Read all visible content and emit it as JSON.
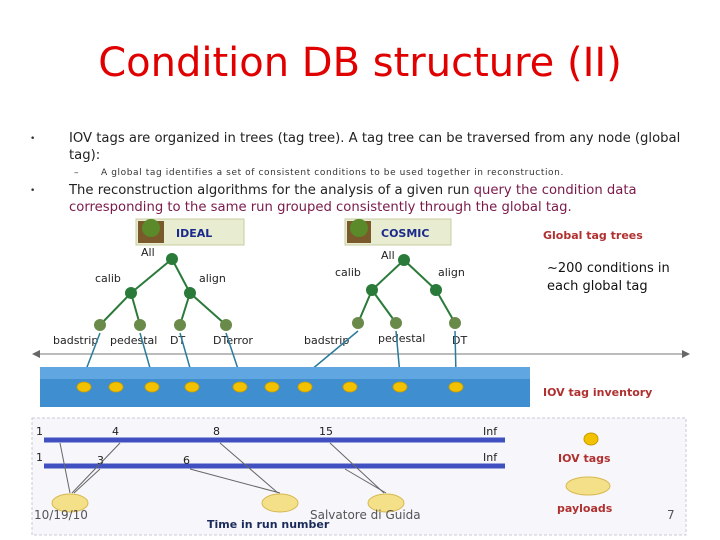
{
  "title": "Condition DB structure (II)",
  "bullets": [
    {
      "marker": "•",
      "text_a": "IOV tags are organized in trees (tag tree). A tag tree can be traversed from any node (global tag):",
      "sub": {
        "marker": "–",
        "text": "A global tag identifies a set of consistent conditions to be used together in reconstruction."
      }
    },
    {
      "marker": "•",
      "text_a": "The reconstruction algorithms for the analysis of a given run ",
      "text_b": "query the condition data corresponding to the same run grouped consistently through the global tag."
    }
  ],
  "diagram": {
    "tree_ideal": {
      "tag": "IDEAL",
      "root": "All",
      "calib": "calib",
      "align": "align",
      "leaves": [
        "badstrip",
        "pedestal",
        "DT",
        "DTerror"
      ]
    },
    "tree_cosmic": {
      "tag": "COSMIC",
      "root": "All",
      "calib": "calib",
      "align": "align",
      "leaves": [
        "badstrip",
        "pedestal",
        "DT"
      ]
    },
    "global_tag_trees_label": "Global tag trees",
    "iov_inventory_label": "IOV tag inventory",
    "iov_tags_label": "IOV tags",
    "payloads_label": "payloads",
    "time_axis_label": "Time in run number",
    "timeline_rows": [
      {
        "start": "1",
        "marks": [
          "4",
          "8",
          "15"
        ],
        "end": "Inf"
      },
      {
        "start": "1",
        "marks": [
          "3",
          "6"
        ],
        "end": "Inf"
      }
    ]
  },
  "note": "~200 conditions in each global tag",
  "footer": {
    "date": "10/19/10",
    "author": "Salvatore di Guida",
    "page": "7"
  },
  "colors": {
    "title": "#e00000",
    "inventory_band": "#3f8fd0",
    "timeline": "#4050c0",
    "iov_tag": "#f2c200",
    "label_red": "#b03030"
  }
}
